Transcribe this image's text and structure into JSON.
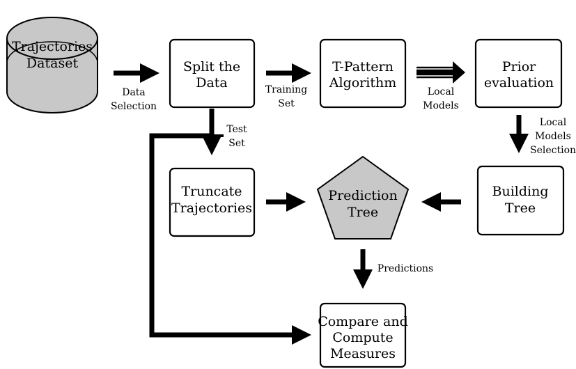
{
  "nodes": {
    "dataset": [
      "Trajectories",
      "Dataset"
    ],
    "split": [
      "Split the",
      "Data"
    ],
    "tpattern": [
      "T-Pattern",
      "Algorithm"
    ],
    "prior": [
      "Prior",
      "evaluation"
    ],
    "truncate": [
      "Truncate",
      "Trajectories"
    ],
    "prediction": [
      "Prediction",
      "Tree"
    ],
    "building": [
      "Building",
      "Tree"
    ],
    "compare": [
      "Compare and",
      "Compute",
      "Measures"
    ]
  },
  "edges": {
    "data_selection": [
      "Data",
      "Selection"
    ],
    "training_set": [
      "Training",
      "Set"
    ],
    "local_models": [
      "Local",
      "Models"
    ],
    "test_set": [
      "Test",
      "Set"
    ],
    "local_models_selection": [
      "Local",
      "Models",
      "Selection"
    ],
    "predictions": [
      "Predictions"
    ]
  },
  "colors": {
    "node_fill": "#ffffff",
    "shaded_fill": "#c8c8c8",
    "stroke": "#000000"
  }
}
